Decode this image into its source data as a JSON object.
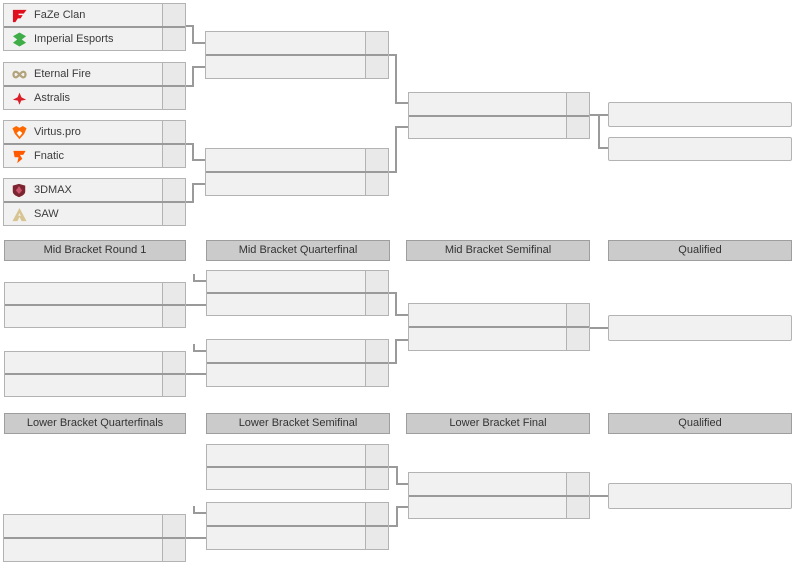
{
  "teams": [
    {
      "name": "FaZe Clan",
      "score": "",
      "color": "#e10f1d"
    },
    {
      "name": "Imperial Esports",
      "score": "",
      "color": "#3fae49"
    },
    {
      "name": "Eternal Fire",
      "score": "",
      "color": "#b3a37d"
    },
    {
      "name": "Astralis",
      "score": "",
      "color": "#dc1e28"
    },
    {
      "name": "Virtus.pro",
      "score": "",
      "color": "#ff6800"
    },
    {
      "name": "Fnatic",
      "score": "",
      "color": "#ff5900"
    },
    {
      "name": "3DMAX",
      "score": "",
      "color": "#7c2430"
    },
    {
      "name": "SAW",
      "score": "",
      "color": "#d8c492"
    }
  ],
  "headers": {
    "mid": [
      "Mid Bracket Round 1",
      "Mid Bracket Quarterfinal",
      "Mid Bracket Semifinal",
      "Qualified"
    ],
    "lower": [
      "Lower Bracket Quarterfinals",
      "Lower Bracket Semifinal",
      "Lower Bracket Final",
      "Qualified"
    ]
  },
  "colors": {
    "row_bg": "#f1f1f1",
    "score_bg": "#e9e9e9",
    "box_border": "#b3b3b3",
    "connector": "#9a9a9a",
    "header_bg": "#cbcbcb",
    "header_border": "#9e9e9e",
    "text": "#3b3b3b"
  }
}
